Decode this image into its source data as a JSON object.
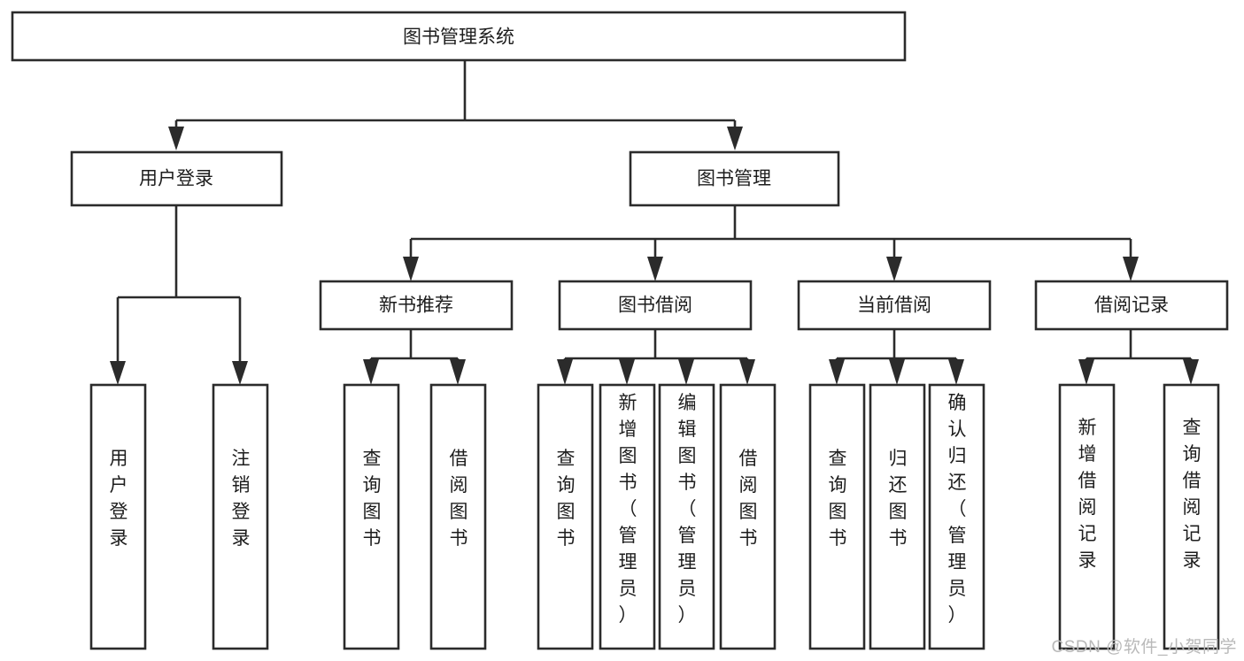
{
  "diagram": {
    "title": "图书管理系统",
    "type": "tree",
    "orientation": "top-down",
    "colors": {
      "box_stroke": "#2b2b2b",
      "box_fill": "#ffffff",
      "text": "#1d1d1d",
      "background": "#ffffff",
      "watermark": "#b9b9b9"
    },
    "watermark": "CSDN @软件_小贺同学",
    "nodes": {
      "root": {
        "label": "图书管理系统",
        "level": 1,
        "orientation": "horizontal"
      },
      "l2": [
        {
          "id": "user-login",
          "label": "用户登录",
          "level": 2,
          "orientation": "horizontal"
        },
        {
          "id": "book-manage",
          "label": "图书管理",
          "level": 2,
          "orientation": "horizontal"
        }
      ],
      "l3": [
        {
          "id": "new-book-recommend",
          "label": "新书推荐",
          "level": 3,
          "orientation": "horizontal",
          "parent": "book-manage"
        },
        {
          "id": "book-borrow",
          "label": "图书借阅",
          "level": 3,
          "orientation": "horizontal",
          "parent": "book-manage"
        },
        {
          "id": "current-borrow",
          "label": "当前借阅",
          "level": 3,
          "orientation": "horizontal",
          "parent": "book-manage"
        },
        {
          "id": "borrow-record",
          "label": "借阅记录",
          "level": 3,
          "orientation": "horizontal",
          "parent": "book-manage"
        }
      ],
      "leaves": [
        {
          "id": "leaf-user-login",
          "label": "用户登录",
          "parent": "user-login",
          "orientation": "vertical"
        },
        {
          "id": "leaf-logout-login",
          "label": "注销登录",
          "parent": "user-login",
          "orientation": "vertical"
        },
        {
          "id": "leaf-query-book-1",
          "label": "查询图书",
          "parent": "new-book-recommend",
          "orientation": "vertical"
        },
        {
          "id": "leaf-borrow-book-1",
          "label": "借阅图书",
          "parent": "new-book-recommend",
          "orientation": "vertical"
        },
        {
          "id": "leaf-query-book-2",
          "label": "查询图书",
          "parent": "book-borrow",
          "orientation": "vertical"
        },
        {
          "id": "leaf-add-book-admin",
          "label": "新增图书（管理员）",
          "parent": "book-borrow",
          "orientation": "vertical"
        },
        {
          "id": "leaf-edit-book-admin",
          "label": "编辑图书（管理员）",
          "parent": "book-borrow",
          "orientation": "vertical"
        },
        {
          "id": "leaf-borrow-book-2",
          "label": "借阅图书",
          "parent": "book-borrow",
          "orientation": "vertical"
        },
        {
          "id": "leaf-query-book-3",
          "label": "查询图书",
          "parent": "current-borrow",
          "orientation": "vertical"
        },
        {
          "id": "leaf-return-book",
          "label": "归还图书",
          "parent": "current-borrow",
          "orientation": "vertical"
        },
        {
          "id": "leaf-confirm-return-admin",
          "label": "确认归还（管理员）",
          "parent": "current-borrow",
          "orientation": "vertical"
        },
        {
          "id": "leaf-add-borrow-record",
          "label": "新增借阅记录",
          "parent": "borrow-record",
          "orientation": "vertical"
        },
        {
          "id": "leaf-query-borrow-record",
          "label": "查询借阅记录",
          "parent": "borrow-record",
          "orientation": "vertical"
        }
      ]
    }
  }
}
